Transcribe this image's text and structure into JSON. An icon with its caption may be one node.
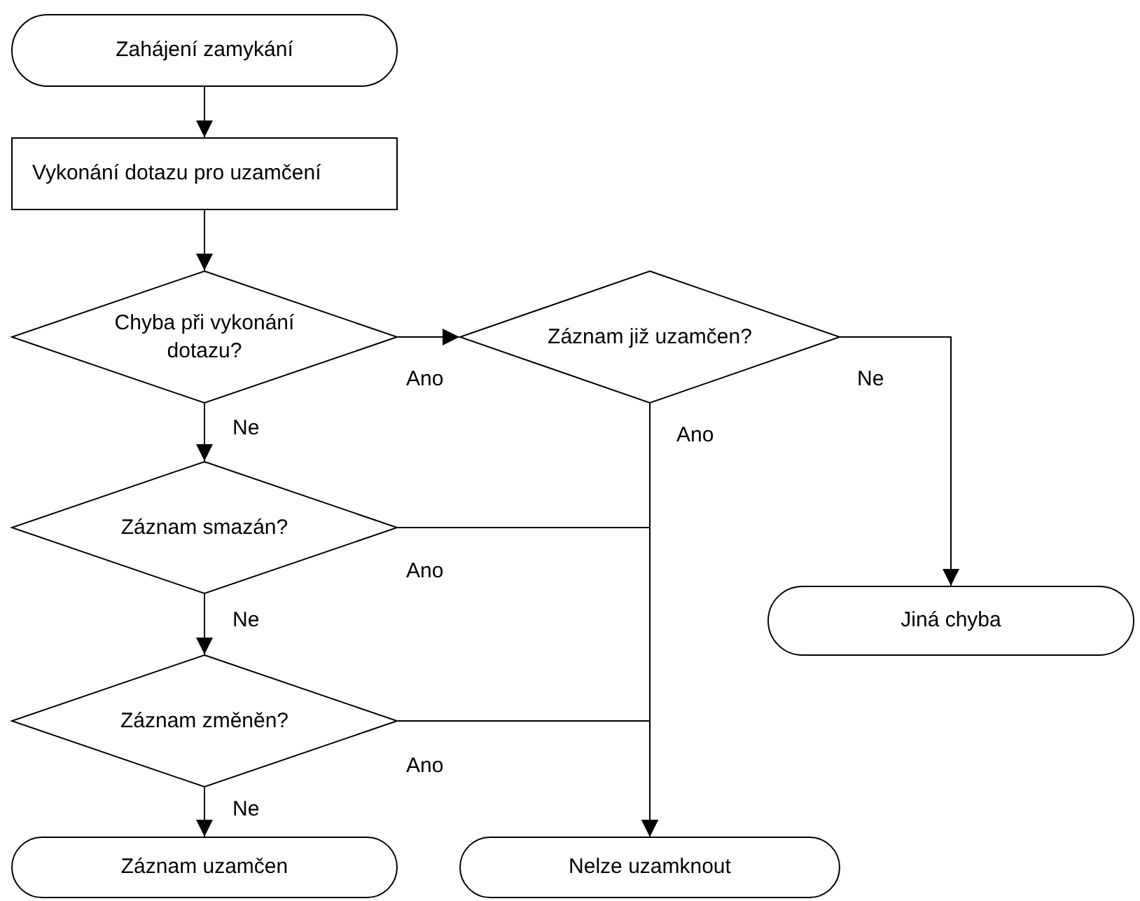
{
  "diagram": {
    "nodes": [
      {
        "text": [
          "Zahájení zamykání"
        ]
      },
      {
        "text": [
          "Vykonání dotazu pro uzamčení"
        ]
      },
      {
        "text": [
          "Chyba při vykonání dotazu?"
        ]
      },
      {
        "text": [
          "Záznam již uzamčen?"
        ]
      },
      {
        "text": [
          "Záznam smazán?"
        ]
      },
      {
        "text": [
          "Záznam změněn?"
        ]
      },
      {
        "text": [
          "Jiná chyba"
        ]
      },
      {
        "text": [
          "Záznam uzamčen"
        ]
      },
      {
        "text": [
          "Nelze uzamknout"
        ]
      }
    ],
    "edges": [
      {
        "from": 0,
        "to": 1,
        "arrow": "to"
      },
      {
        "from": 1,
        "to": 2,
        "arrow": "to"
      },
      {
        "from": 2,
        "to": 3,
        "arrow": "to",
        "label": "Ano"
      },
      {
        "from": 2,
        "to": 4,
        "arrow": "to",
        "label": "Ne"
      },
      {
        "from": 3,
        "to": 6,
        "arrow": "to",
        "label": "Ne"
      },
      {
        "from": 3,
        "to": 8,
        "arrow": "to",
        "label": "Ano"
      },
      {
        "from": 4,
        "to": 5,
        "arrow": "to",
        "label": "Ne"
      },
      {
        "from": 4,
        "to": 8,
        "arrow": "to",
        "label": "Ano"
      },
      {
        "from": 5,
        "to": 7,
        "arrow": "to",
        "label": "Ne"
      },
      {
        "from": 5,
        "to": 8,
        "arrow": "to",
        "label": "Ano"
      }
    ]
  }
}
